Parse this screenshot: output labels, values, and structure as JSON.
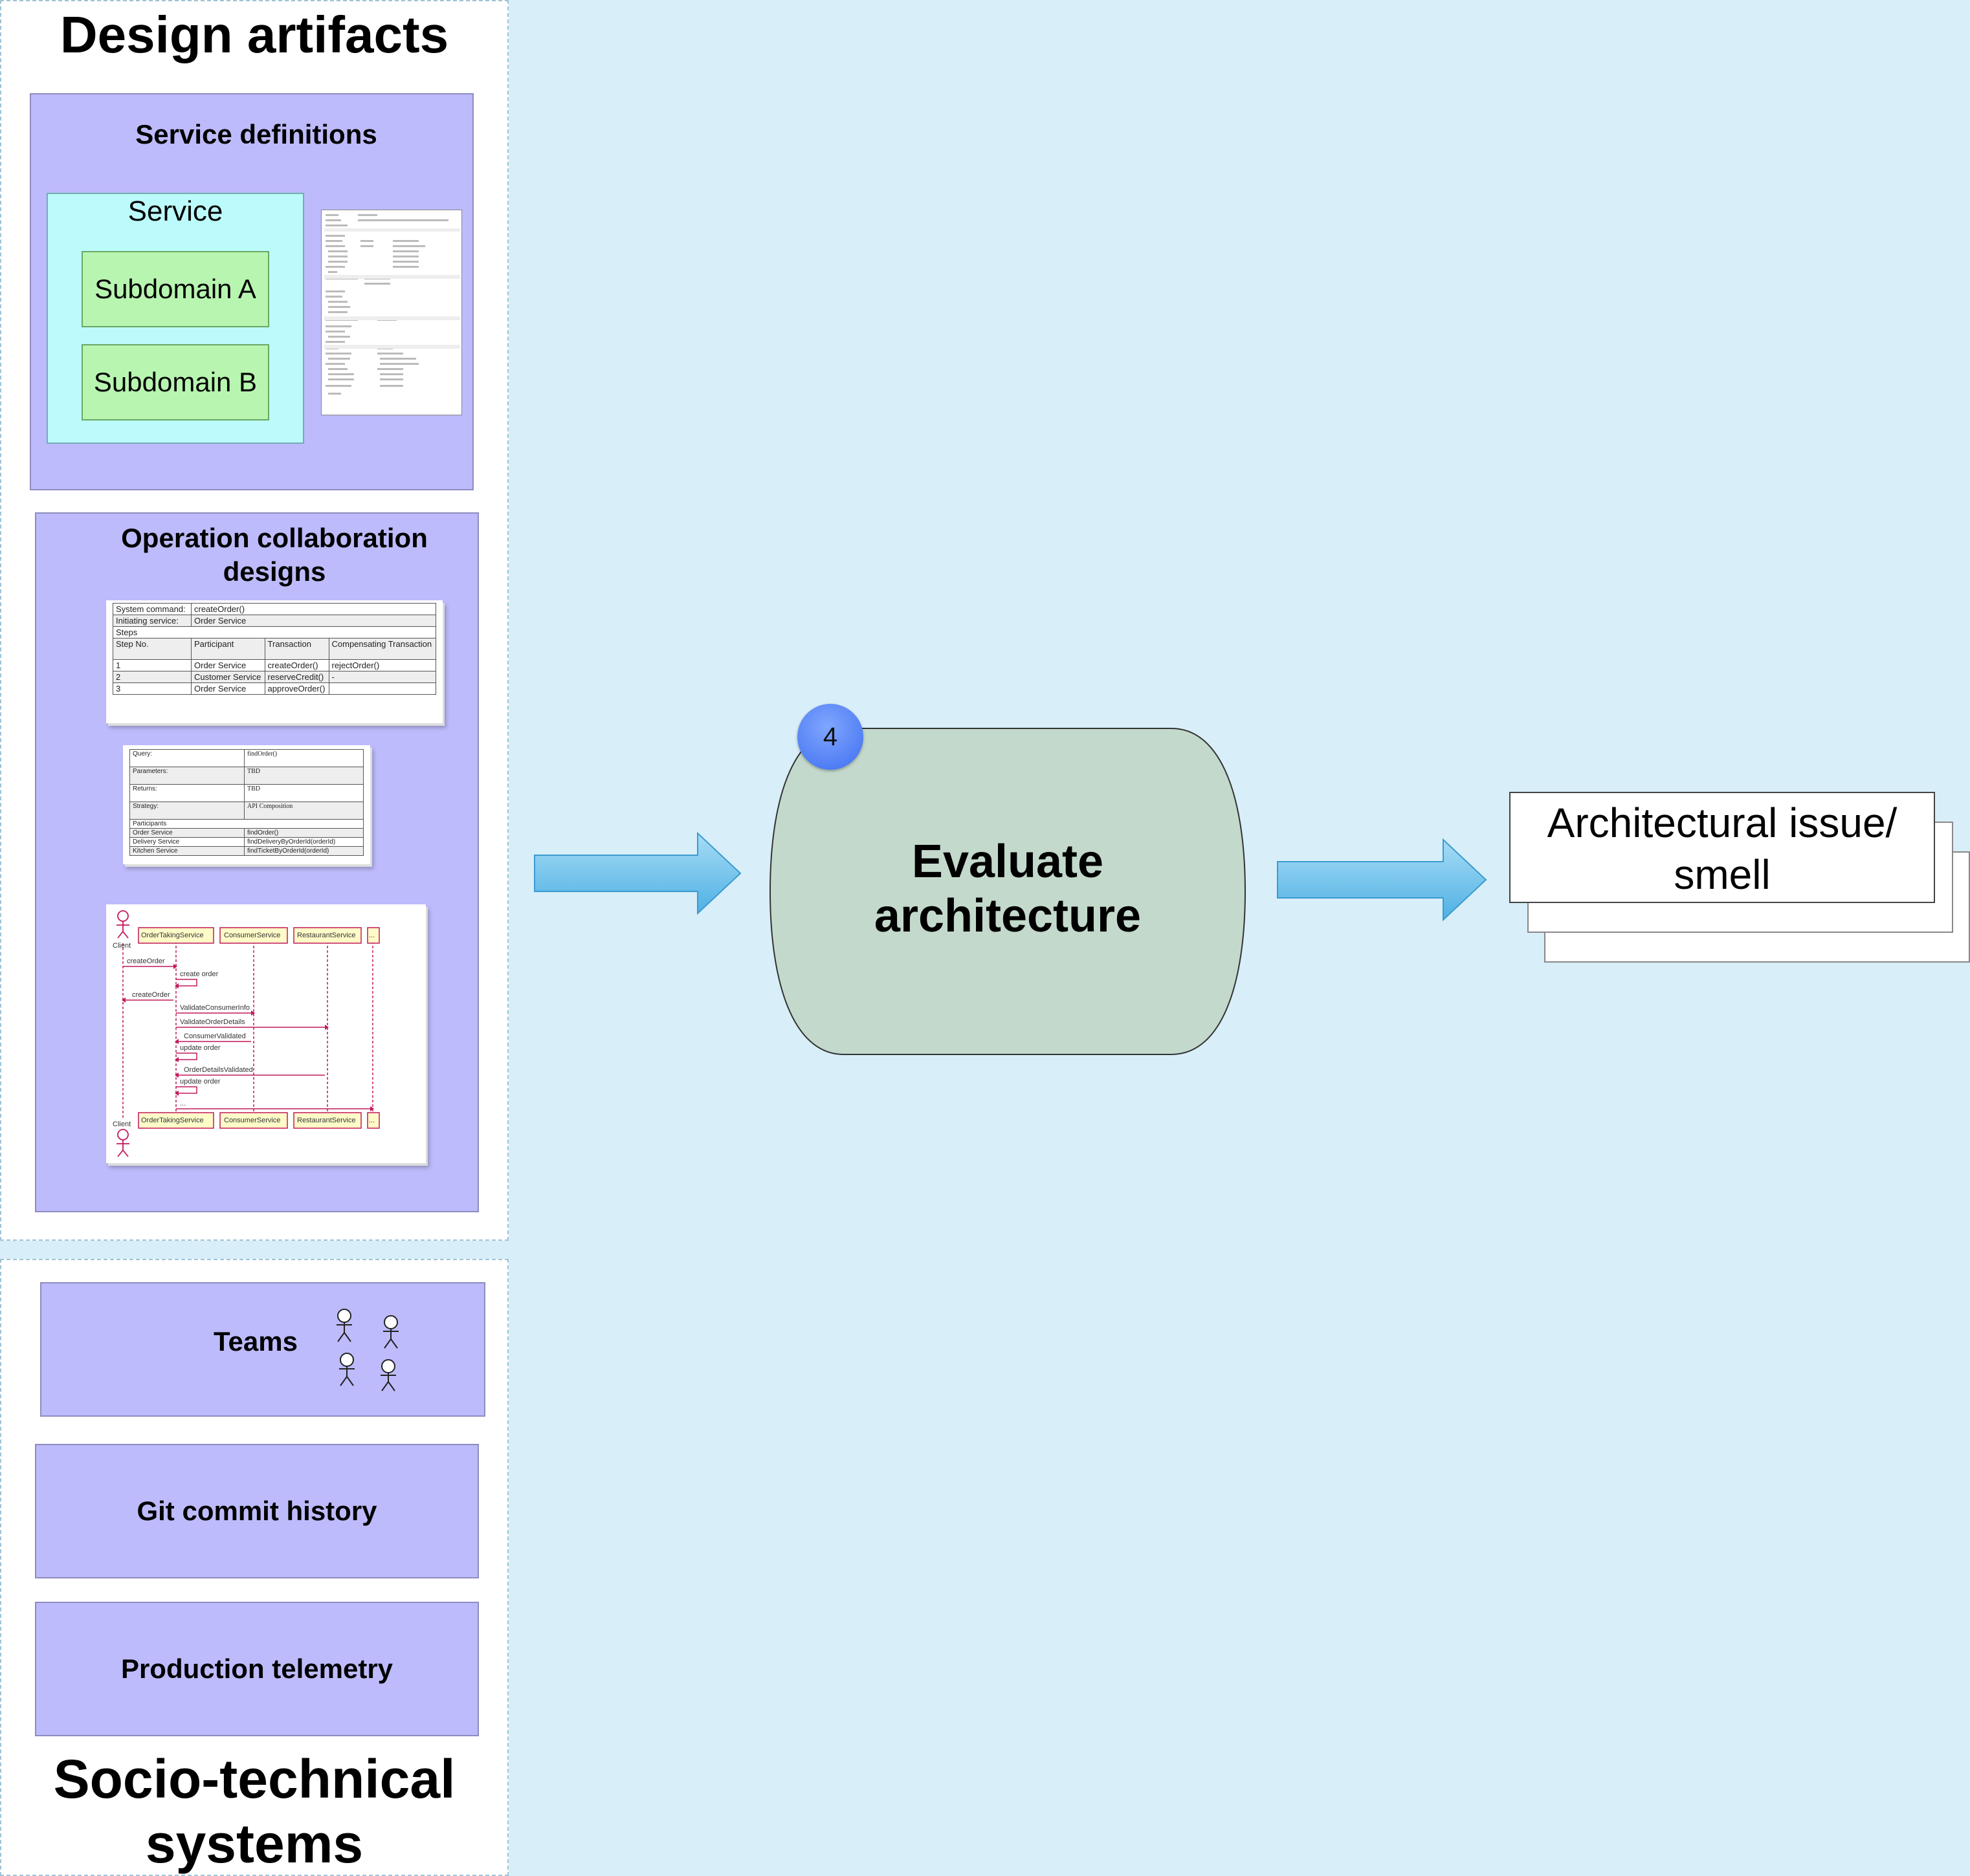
{
  "design_artifacts": {
    "title": "Design artifacts",
    "service_definitions": {
      "title": "Service definitions",
      "service_label": "Service",
      "subdomains": [
        "Subdomain A",
        "Subdomain B"
      ]
    },
    "operation_collaboration": {
      "title_line1": "Operation collaboration",
      "title_line2": "designs",
      "command_table": {
        "system_command_label": "System command:",
        "system_command": "createOrder()",
        "initiating_label": "Initiating service:",
        "initiating_service": "Order Service",
        "steps_label": "Steps",
        "headers": [
          "Step No.",
          "Participant",
          "Transaction",
          "Compensating Transaction"
        ],
        "rows": [
          [
            "1",
            "Order Service",
            "createOrder()",
            "rejectOrder()"
          ],
          [
            "2",
            "Customer Service",
            "reserveCredit()",
            "-"
          ],
          [
            "3",
            "Order Service",
            "approveOrder()",
            ""
          ]
        ]
      },
      "query_table": {
        "rows": [
          [
            "Query:",
            "findOrder()"
          ],
          [
            "Parameters:",
            "TBD"
          ],
          [
            "Returns:",
            "TBD"
          ],
          [
            "Strategy:",
            "API Composition"
          ]
        ],
        "participants_label": "Participants",
        "participants": [
          [
            "Order Service",
            "findOrder()"
          ],
          [
            "Delivery Service",
            "findDeliveryByOrderId(orderId)"
          ],
          [
            "Kitchen Service",
            "findTicketByOrderId(orderId)"
          ]
        ]
      },
      "sequence": {
        "client_label": "Client",
        "participants": [
          "OrderTakingService",
          "ConsumerService",
          "RestaurantService",
          "..."
        ],
        "messages": [
          "createOrder",
          "create order",
          "createOrder",
          "ValidateConsumerInfo",
          "ValidateOrderDetails",
          "ConsumerValidated",
          "update order",
          "OrderDetailsValidated",
          "update order",
          "..."
        ]
      }
    }
  },
  "socio_technical": {
    "title_line1": "Socio-technical",
    "title_line2": "systems",
    "teams_label": "Teams",
    "git_label": "Git commit history",
    "telemetry_label": "Production telemetry"
  },
  "process": {
    "step_number": "4",
    "label_line1": "Evaluate",
    "label_line2": "architecture"
  },
  "output": {
    "label_line1": "Architectural issue/",
    "label_line2": "smell"
  },
  "colors": {
    "background": "#d8eef8",
    "box_purple": "#bdbbfb",
    "service_cyan": "#bcfbfb",
    "subdomain_green": "#b8f5b0",
    "process_green": "#c3d9cc",
    "badge_blue": "#4d7ff5",
    "arrow_blue": "#6bbdea"
  }
}
